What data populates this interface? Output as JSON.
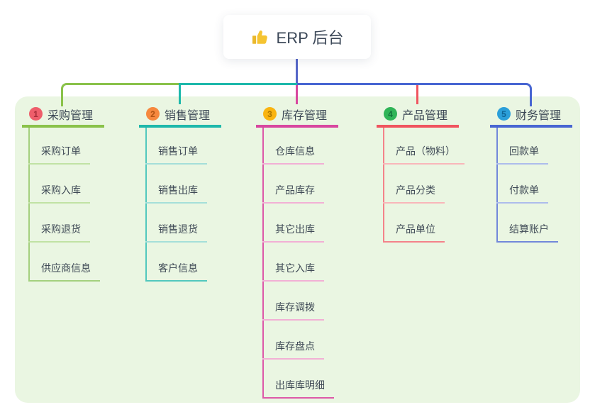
{
  "root": {
    "label": "ERP 后台",
    "icon": "thumbs-up-icon"
  },
  "colors": {
    "panel_bg": "#eaf6e2",
    "root_connector": "#5566c8"
  },
  "branches": [
    {
      "num": "1",
      "label": "采购管理",
      "color": "#8ac24a",
      "color_light": "#c1e2a4",
      "badge_bg": "#ee5e6b",
      "children": [
        "采购订单",
        "采购入库",
        "采购退货",
        "供应商信息"
      ]
    },
    {
      "num": "2",
      "label": "销售管理",
      "color": "#1eb8ab",
      "color_light": "#a5dfd9",
      "badge_bg": "#f6883e",
      "children": [
        "销售订单",
        "销售出库",
        "销售退货",
        "客户信息"
      ]
    },
    {
      "num": "3",
      "label": "库存管理",
      "color": "#d8479f",
      "color_light": "#f2b0d5",
      "badge_bg": "#f9b410",
      "children": [
        "仓库信息",
        "产品库存",
        "其它出库",
        "其它入库",
        "库存调拨",
        "库存盘点",
        "出库库明细"
      ]
    },
    {
      "num": "4",
      "label": "产品管理",
      "color": "#f0545f",
      "color_light": "#f9b6ba",
      "badge_bg": "#2fb457",
      "children": [
        "产品（物料）",
        "产品分类",
        "产品单位"
      ]
    },
    {
      "num": "5",
      "label": "财务管理",
      "color": "#4866d2",
      "color_light": "#adbcec",
      "badge_bg": "#2b9fd9",
      "children": [
        "回款单",
        "付款单",
        "结算账户"
      ]
    }
  ]
}
